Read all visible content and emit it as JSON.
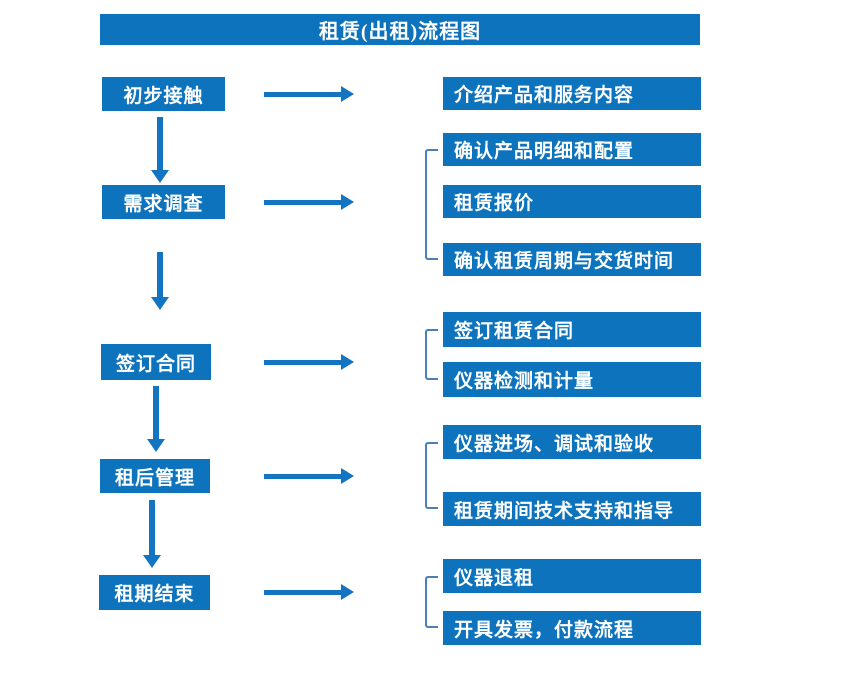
{
  "title": "租赁(出租)流程图",
  "colors": {
    "box_blue": "#0e73bd",
    "arrow_blue": "#1374c2",
    "bracket_blue": "#4a7fba",
    "text_white": "#ffffff"
  },
  "steps": [
    {
      "label": "初步接触",
      "outputs": [
        "介绍产品和服务内容"
      ]
    },
    {
      "label": "需求调查",
      "outputs": [
        "确认产品明细和配置",
        "租赁报价",
        "确认租赁周期与交货时间"
      ]
    },
    {
      "label": "签订合同",
      "outputs": [
        "签订租赁合同",
        "仪器检测和计量"
      ]
    },
    {
      "label": "租后管理",
      "outputs": [
        "仪器进场、调试和验收",
        "租赁期间技术支持和指导"
      ]
    },
    {
      "label": "租期结束",
      "outputs": [
        "仪器退租",
        "开具发票，付款流程"
      ]
    }
  ]
}
